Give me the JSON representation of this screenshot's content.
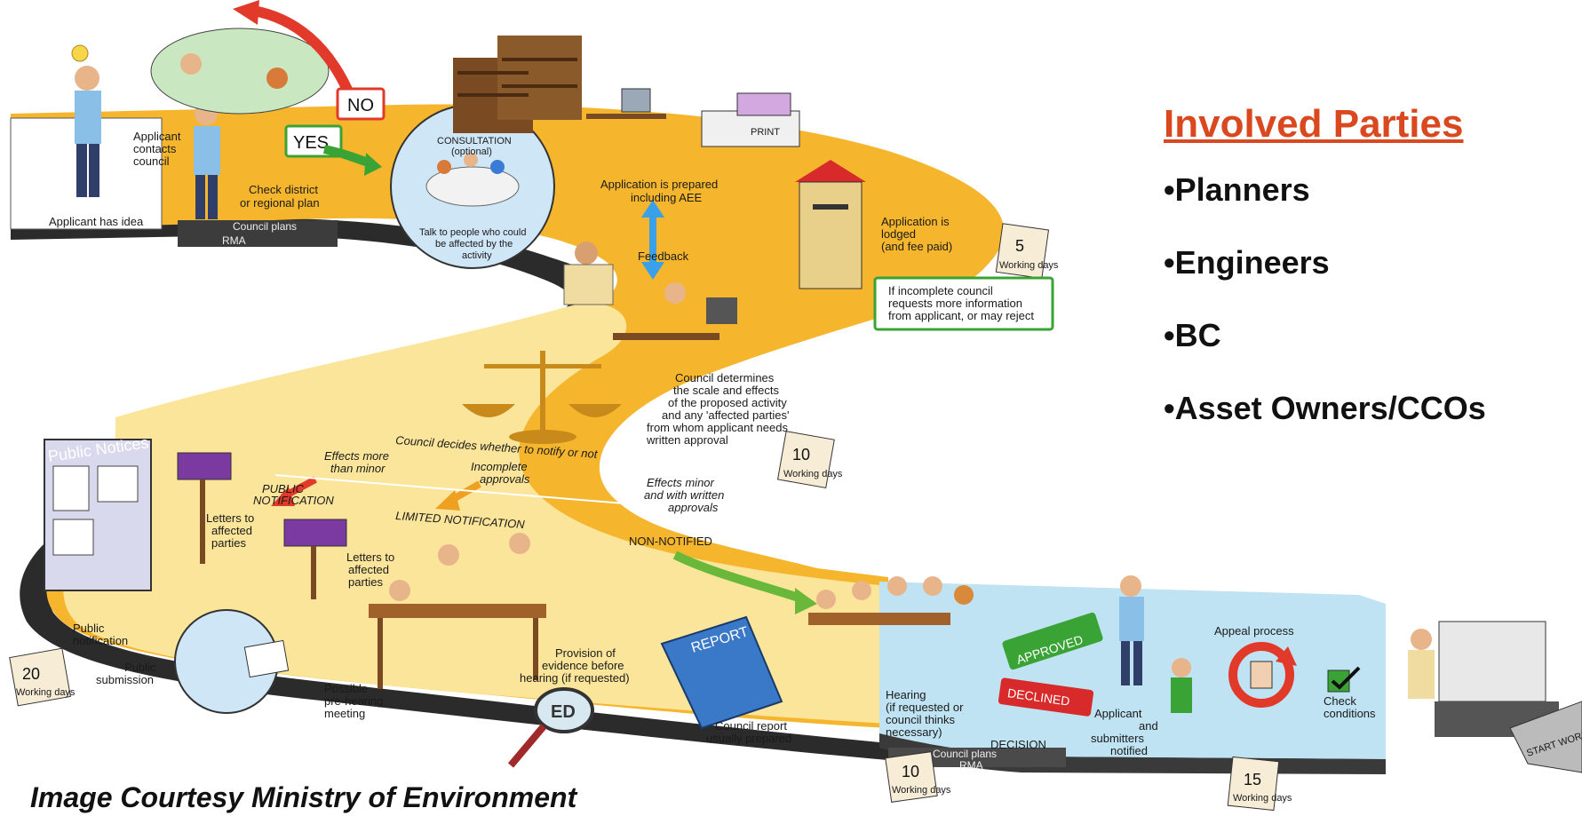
{
  "panel": {
    "title": "Involved Parties",
    "parties": [
      "•Planners",
      "•Engineers",
      "•BC",
      "•Asset Owners/CCOs"
    ]
  },
  "credit": "Image Courtesy Ministry of Environment",
  "diagram": {
    "applicant_has_idea": "Applicant has idea",
    "applicant_contacts_1": "Applicant",
    "applicant_contacts_2": "contacts",
    "applicant_contacts_3": "council",
    "check_plan_1": "Check district",
    "check_plan_2": "or regional plan",
    "council_plans": "Council plans",
    "rma": "RMA",
    "no": "NO",
    "yes": "YES",
    "consultation_1": "CONSULTATION",
    "consultation_2": "(optional)",
    "consultation_talk_1": "Talk to people who could",
    "consultation_talk_2": "be affected by the",
    "consultation_talk_3": "activity",
    "print": "PRINT",
    "app_prepared_1": "Application is prepared",
    "app_prepared_2": "including AEE",
    "feedback": "Feedback",
    "app_lodged_1": "Application is",
    "app_lodged_2": "lodged",
    "app_lodged_3": "(and fee paid)",
    "days_5": "5",
    "working_days": "Working days",
    "incomplete_1": "If incomplete council",
    "incomplete_2": "requests more information",
    "incomplete_3": "from applicant, or may reject",
    "determines_1": "Council determines",
    "determines_2": "the scale and effects",
    "determines_3": "of the proposed activity",
    "determines_4": "and any 'affected parties'",
    "determines_5": "from whom applicant needs",
    "determines_6": "written approval",
    "decides": "Council decides whether to notify or not",
    "days_10": "10",
    "public_notices": "Public Notices",
    "effects_more_1": "Effects more",
    "effects_more_2": "than minor",
    "public_notification_1": "PUBLIC",
    "public_notification_2": "NOTIFICATION",
    "incomplete_approvals_1": "Incomplete",
    "incomplete_approvals_2": "approvals",
    "effects_minor_1": "Effects minor",
    "effects_minor_2": "and with written",
    "effects_minor_3": "approvals",
    "limited_notification": "LIMITED NOTIFICATION",
    "letters_1_1": "Letters to",
    "letters_1_2": "affected",
    "letters_1_3": "parties",
    "letters_2_1": "Letters to",
    "letters_2_2": "affected",
    "letters_2_3": "parties",
    "non_notified": "NON-NOTIFIED",
    "public_notification_lbl_1": "Public",
    "public_notification_lbl_2": "notification",
    "public_submission_1": "Public",
    "public_submission_2": "submission",
    "days_20": "20",
    "prehearing_1": "Possible",
    "prehearing_2": "pre-hearing",
    "prehearing_3": "meeting",
    "evidence_1": "Provision of",
    "evidence_2": "evidence before",
    "evidence_3": "hearing (if requested)",
    "report": "REPORT",
    "council_report_1": "Council report",
    "council_report_2": "usually prepared",
    "ed": "ED",
    "hearing_1": "Hearing",
    "hearing_2": "(if requested or",
    "hearing_3": "council thinks",
    "hearing_4": "necessary)",
    "approved": "APPROVED",
    "declined": "DECLINED",
    "decision": "DECISION",
    "applicant_notified_1": "Applicant",
    "applicant_notified_2": "and",
    "applicant_notified_3": "submitters",
    "applicant_notified_4": "notified",
    "appeal": "Appeal process",
    "check_conditions_1": "Check",
    "check_conditions_2": "conditions",
    "start_work": "START WORK",
    "days_15": "15"
  }
}
